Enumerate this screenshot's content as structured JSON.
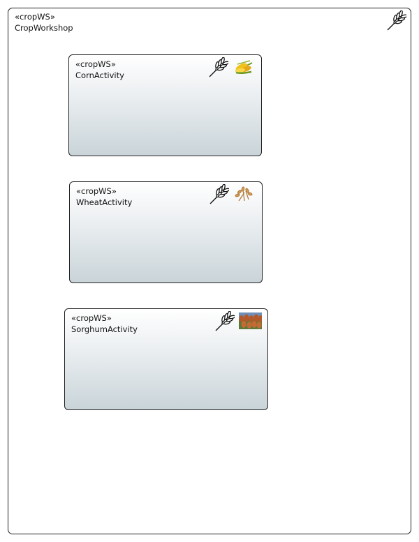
{
  "workshop": {
    "stereotype": "«cropWS»",
    "name": "CropWorkshop",
    "icon": "wheat-icon"
  },
  "activities": [
    {
      "stereotype": "«cropWS»",
      "name": "CornActivity",
      "icon": "wheat-icon",
      "image": "corn-image"
    },
    {
      "stereotype": "«cropWS»",
      "name": "WheatActivity",
      "icon": "wheat-icon",
      "image": "wheat-image"
    },
    {
      "stereotype": "«cropWS»",
      "name": "SorghumActivity",
      "icon": "wheat-icon",
      "image": "sorghum-image"
    }
  ]
}
